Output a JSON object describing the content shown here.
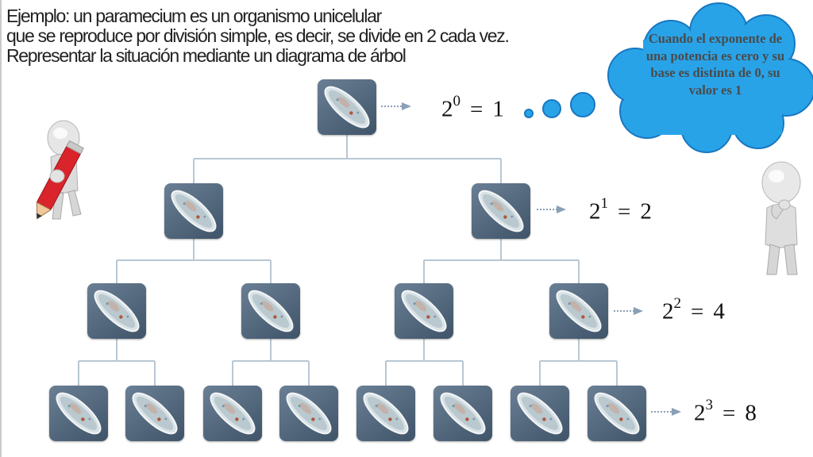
{
  "intro": {
    "line1": "Ejemplo: un paramecium es un organismo unicelular",
    "line2": "que se reproduce por  división simple, es decir, se divide en 2 cada vez.",
    "line3": "Representar la situación mediante un diagrama de árbol"
  },
  "cloud": {
    "text": "Cuando el exponente de una potencia es cero y su base es distinta de 0, su valor es 1"
  },
  "levels": [
    {
      "base": "2",
      "exponent": "0",
      "equals": "=",
      "value": "1"
    },
    {
      "base": "2",
      "exponent": "1",
      "equals": "=",
      "value": "2"
    },
    {
      "base": "2",
      "exponent": "2",
      "equals": "=",
      "value": "4"
    },
    {
      "base": "2",
      "exponent": "3",
      "equals": "=",
      "value": "8"
    }
  ],
  "colors": {
    "connector": "#b8c7d3",
    "node": "#4f6378",
    "cloud_fill": "#29a3e8",
    "cloud_stroke": "#1878c0",
    "pencil": "#d9242b"
  },
  "icons": [
    "paramecium-icon",
    "pencil-figure-icon",
    "thinking-figure-icon",
    "thought-cloud-icon"
  ]
}
